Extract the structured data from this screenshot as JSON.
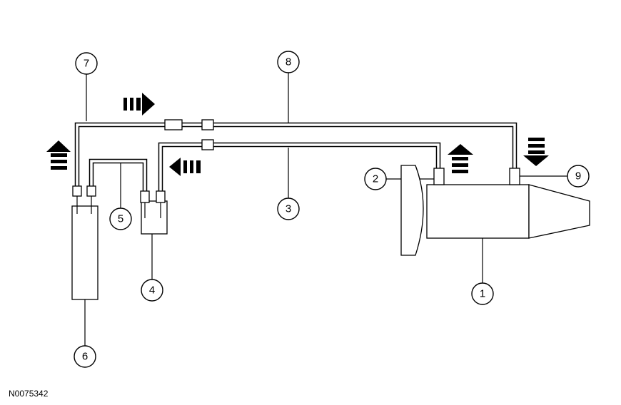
{
  "diagram": {
    "callouts": [
      "1",
      "2",
      "3",
      "4",
      "5",
      "6",
      "7",
      "8",
      "9"
    ],
    "ref_code": "N0075342"
  },
  "colors": {
    "line": "#000000",
    "background": "#ffffff"
  }
}
